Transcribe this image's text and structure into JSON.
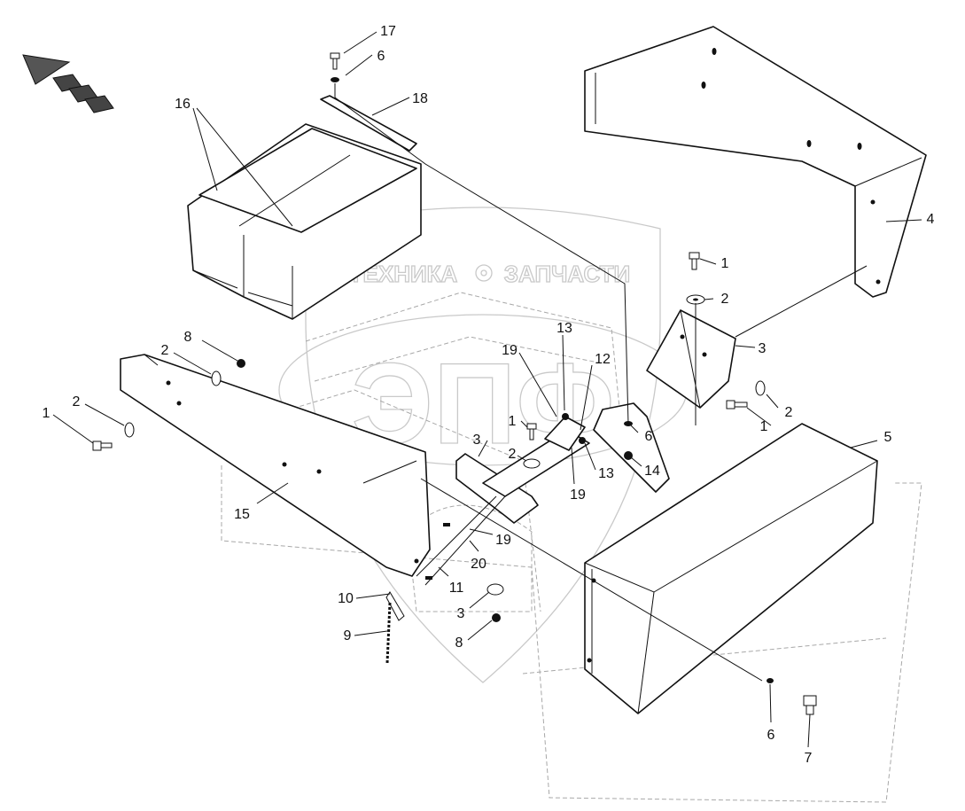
{
  "watermark": {
    "text_left": "ТЕХНИКА",
    "text_right": "ЗАПЧАСТИ",
    "logo_letters": "ЭПФ",
    "color": "#c9c9c9"
  },
  "direction_arrow": {
    "icon": "forward-direction-arrow-icon"
  },
  "callouts": [
    {
      "id": "c17",
      "label": "17"
    },
    {
      "id": "c6a",
      "label": "6"
    },
    {
      "id": "c18",
      "label": "18"
    },
    {
      "id": "c16",
      "label": "16"
    },
    {
      "id": "c4",
      "label": "4"
    },
    {
      "id": "c1a",
      "label": "1"
    },
    {
      "id": "c2a",
      "label": "2"
    },
    {
      "id": "c3a",
      "label": "3"
    },
    {
      "id": "c8a",
      "label": "8"
    },
    {
      "id": "c2b",
      "label": "2"
    },
    {
      "id": "c2c",
      "label": "2"
    },
    {
      "id": "c1b",
      "label": "1"
    },
    {
      "id": "c13a",
      "label": "13"
    },
    {
      "id": "c19a",
      "label": "19"
    },
    {
      "id": "c12",
      "label": "12"
    },
    {
      "id": "c2d",
      "label": "2"
    },
    {
      "id": "c1c",
      "label": "1"
    },
    {
      "id": "c1d",
      "label": "1"
    },
    {
      "id": "c6b",
      "label": "6"
    },
    {
      "id": "c3b",
      "label": "3"
    },
    {
      "id": "c2e",
      "label": "2"
    },
    {
      "id": "c13b",
      "label": "13"
    },
    {
      "id": "c14",
      "label": "14"
    },
    {
      "id": "c19b",
      "label": "19"
    },
    {
      "id": "c5",
      "label": "5"
    },
    {
      "id": "c15",
      "label": "15"
    },
    {
      "id": "c19c",
      "label": "19"
    },
    {
      "id": "c20",
      "label": "20"
    },
    {
      "id": "c11",
      "label": "11"
    },
    {
      "id": "c10",
      "label": "10"
    },
    {
      "id": "c3c",
      "label": "3"
    },
    {
      "id": "c9",
      "label": "9"
    },
    {
      "id": "c8b",
      "label": "8"
    },
    {
      "id": "c6c",
      "label": "6"
    },
    {
      "id": "c7",
      "label": "7"
    }
  ]
}
